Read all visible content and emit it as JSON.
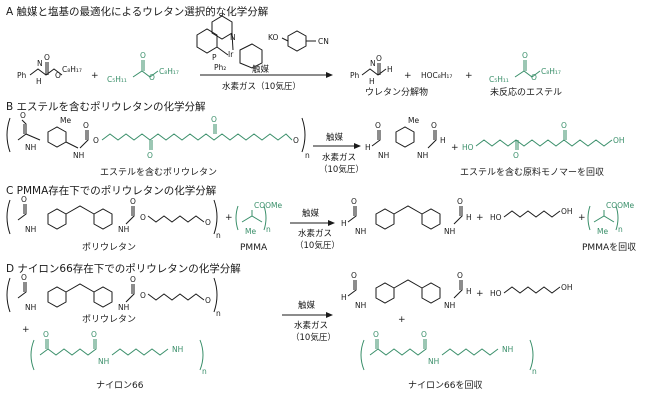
{
  "colors": {
    "ink": "#1a1a1a",
    "green": "#3a8f6a"
  },
  "sections": {
    "a": {
      "title": "A 触媒と塩基の最適化によるウレタン選択的な化学分解",
      "plus1": "+",
      "plus2": "+",
      "plus3": "+",
      "catalyst": "触媒",
      "conditions": "水素ガス（10気圧）",
      "product1": "ウレタン分解物",
      "product3": "未反応のエステル",
      "r_ph_n": "Ph",
      "r_h": "H",
      "r_o": "O",
      "r_c8": "C₈H₁₇",
      "r_c5": "C₅H₁₁",
      "r_c8b": "HOC₈H₁₇",
      "r_ko": "KO",
      "r_cn": "CN",
      "r_ir": "Ir",
      "r_n": "N",
      "r_p": "P",
      "r_ph2": "Ph₂"
    },
    "b": {
      "title": "B エステルを含むポリウレタンの化学分解",
      "reactant": "エステルを含むポリウレタン",
      "catalyst": "触媒",
      "cond1": "水素ガス",
      "cond2": "（10気圧）",
      "product": "エステルを含む原料モノマーを回収",
      "plus": "+",
      "n": "n",
      "me": "Me",
      "nh": "NH",
      "ho": "HO",
      "oh": "OH",
      "h": "H"
    },
    "c": {
      "title": "C PMMA存在下でのポリウレタンの化学分解",
      "reactant": "ポリウレタン",
      "pmma": "PMMA",
      "catalyst": "触媒",
      "cond1": "水素ガス",
      "cond2": "（10気圧）",
      "product": "PMMAを回収",
      "plus": "+",
      "n": "n",
      "coome": "COOMe",
      "me": "Me",
      "ho": "HO",
      "oh": "OH",
      "nh": "NH",
      "h": "H"
    },
    "d": {
      "title": "D ナイロン66存在下でのポリウレタンの化学分解",
      "reactant": "ポリウレタン",
      "nylon": "ナイロン66",
      "catalyst": "触媒",
      "cond1": "水素ガス",
      "cond2": "（10気圧）",
      "product": "ナイロン66を回収",
      "plus": "+",
      "n": "n",
      "ho": "HO",
      "oh": "OH",
      "nh": "NH",
      "h": "H"
    }
  }
}
